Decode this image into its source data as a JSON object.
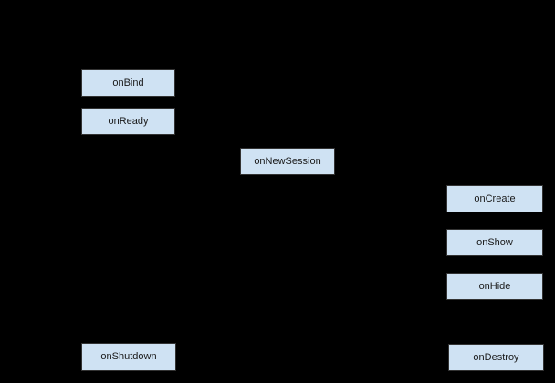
{
  "canvas": {
    "background_color": "#000000"
  },
  "diagram": {
    "type": "lifecycle-flow",
    "node_fill_color": "#cfe2f3",
    "node_border_color": "#333333",
    "node_text_color": "#1a1a1a",
    "nodes": [
      {
        "label": "onBind"
      },
      {
        "label": "onReady"
      },
      {
        "label": "onNewSession"
      },
      {
        "label": "onCreate"
      },
      {
        "label": "onShow"
      },
      {
        "label": "onHide"
      },
      {
        "label": "onShutdown"
      },
      {
        "label": "onDestroy"
      }
    ]
  }
}
